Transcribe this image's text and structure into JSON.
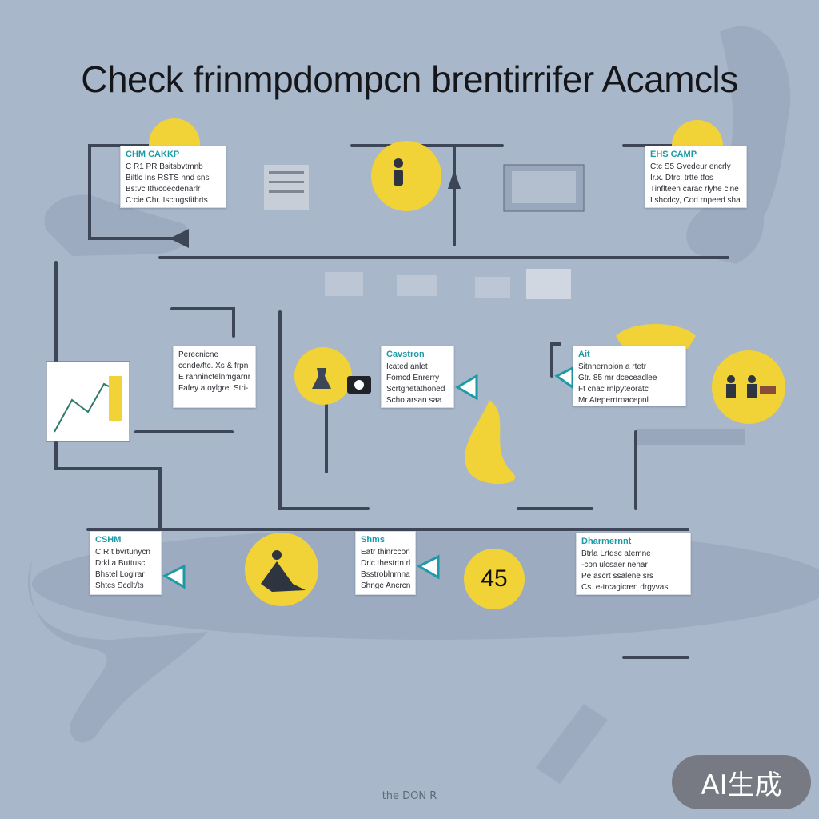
{
  "title": "Check frinmpdompcn brentirrifer Acamcls",
  "footer": "the DON R",
  "ai_badge": "AI生成",
  "number_badge": "45",
  "colors": {
    "background": "#a9b7ca",
    "accent_yellow": "#f1d338",
    "line_dark": "#3d4657",
    "header_teal": "#1e9aa6"
  },
  "cards": [
    {
      "header": "CHM CAKKP",
      "lines": [
        "C R1 PR Bsitsbvtmnb",
        "Biltlc Ins RSTS nnd sns",
        "Bs:vc Ith/coecdenarlr",
        "C:cie Chr. Isc:ugsfitbrts"
      ]
    },
    {
      "header": "EHS CAMP",
      "lines": [
        "Ctc S5 Gvedeur encrly",
        "Ir.x. Dtrc: trtte tfos",
        "Tinflteen carac rlyhe cine",
        "I shcdcy, Cod rnpeed shac."
      ]
    },
    {
      "header": "",
      "lines": [
        "Perecnicne",
        "conde/ftc. Xs & frpn",
        "E ranninctelnmgarnr",
        "Fafey a oylgre. Stri-"
      ]
    },
    {
      "header": "Cavstron",
      "lines": [
        "Icated anlet",
        "Fomcd Enrerry",
        "Scrtgnetathoned",
        "Scho arsan saa"
      ]
    },
    {
      "header": "Ait",
      "lines": [
        "Sitnnernpion a rtetr",
        "Gtr. 85 mr dceceadlee",
        "Ft cnac rnlpyteoratc",
        "Mr Ateperrtrnacepnl"
      ]
    },
    {
      "header": "CSHM",
      "lines": [
        "C R.t bvrtunycn",
        "Drkl.a Buttusc",
        "Bhstel Loglrar",
        "Shtcs Scdlt/ts"
      ]
    },
    {
      "header": "Shms",
      "lines": [
        "Eatr thinrccone",
        "Drlc thestrtn rla",
        "Bsstroblnrnnaen",
        "Shnge Ancrcnaa"
      ]
    },
    {
      "header": "Dharmernnt",
      "lines": [
        "Btrla Lrtdsc atemne",
        "-con ulcsaer nenar",
        "Pe ascrt ssalene srs",
        "Cs. e-trcagicren drgyvas"
      ]
    }
  ]
}
